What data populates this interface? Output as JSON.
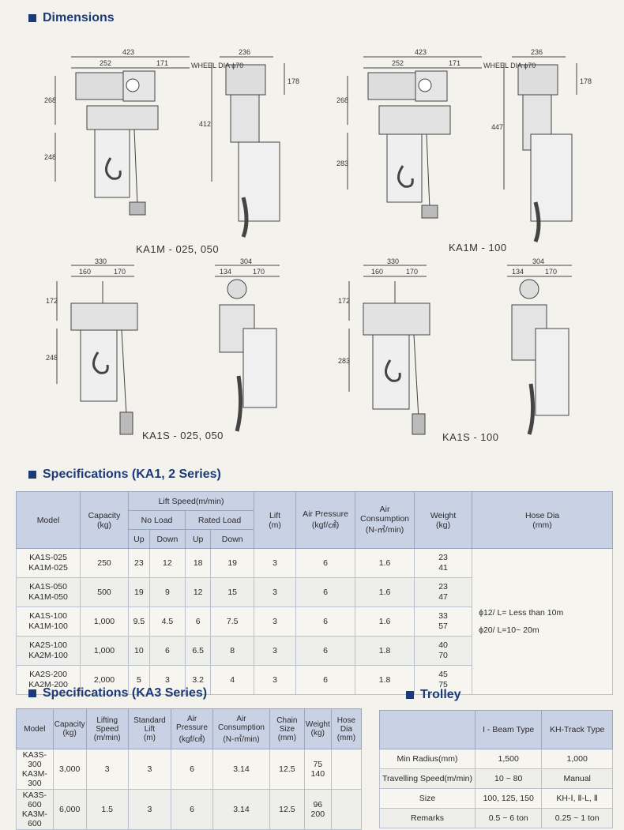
{
  "sections": {
    "dimensions": "Dimensions",
    "spec12": "Specifications (KA1, 2 Series)",
    "spec3": "Specifications (KA3 Series)",
    "trolley": "Trolley"
  },
  "drawings": {
    "ka1m_025_050": {
      "caption": "KA1M - 025, 050",
      "dims": [
        "423",
        "252",
        "171",
        "WHEEL DIA ϕ70",
        "268",
        "248",
        "236",
        "178",
        "412"
      ]
    },
    "ka1m_100": {
      "caption": "KA1M - 100",
      "dims": [
        "423",
        "252",
        "171",
        "WHEEL DIA ϕ70",
        "268",
        "283",
        "236",
        "178",
        "447"
      ]
    },
    "ka1s_025_050": {
      "caption": "KA1S - 025, 050",
      "dims": [
        "330",
        "160",
        "170",
        "172",
        "248",
        "304",
        "134",
        "170"
      ]
    },
    "ka1s_100": {
      "caption": "KA1S - 100",
      "dims": [
        "330",
        "160",
        "170",
        "172",
        "283",
        "304",
        "134",
        "170"
      ]
    }
  },
  "spec12": {
    "headers": {
      "model": "Model",
      "capacity": "Capacity",
      "capacity_unit": "(kg)",
      "lift_speed": "Lift Speed(m/min)",
      "no_load": "No Load",
      "rated_load": "Rated  Load",
      "up": "Up",
      "down": "Down",
      "lift": "Lift",
      "lift_unit": "(m)",
      "air_pressure": "Air Pressure",
      "air_pressure_unit": "(kgf/㎠)",
      "air_consumption": "Air Consumption",
      "air_consumption_unit": "(N-㎥/min)",
      "weight": "Weight",
      "weight_unit": "(kg)",
      "hose_dia": "Hose Dia",
      "hose_dia_unit": "(mm)"
    },
    "rows": [
      {
        "model_a": "KA1S-025",
        "model_b": "KA1M-025",
        "capacity": "250",
        "nl_up": "23",
        "nl_down": "12",
        "rl_up": "18",
        "rl_down": "19",
        "lift": "3",
        "pressure": "6",
        "consumption": "1.6",
        "weight_a": "23",
        "weight_b": "41"
      },
      {
        "model_a": "KA1S-050",
        "model_b": "KA1M-050",
        "capacity": "500",
        "nl_up": "19",
        "nl_down": "9",
        "rl_up": "12",
        "rl_down": "15",
        "lift": "3",
        "pressure": "6",
        "consumption": "1.6",
        "weight_a": "23",
        "weight_b": "47"
      },
      {
        "model_a": "KA1S-100",
        "model_b": "KA1M-100",
        "capacity": "1,000",
        "nl_up": "9.5",
        "nl_down": "4.5",
        "rl_up": "6",
        "rl_down": "7.5",
        "lift": "3",
        "pressure": "6",
        "consumption": "1.6",
        "weight_a": "33",
        "weight_b": "57"
      },
      {
        "model_a": "KA2S-100",
        "model_b": "KA2M-100",
        "capacity": "1,000",
        "nl_up": "10",
        "nl_down": "6",
        "rl_up": "6.5",
        "rl_down": "8",
        "lift": "3",
        "pressure": "6",
        "consumption": "1.8",
        "weight_a": "40",
        "weight_b": "70"
      },
      {
        "model_a": "KA2S-200",
        "model_b": "KA2M-200",
        "capacity": "2,000",
        "nl_up": "5",
        "nl_down": "3",
        "rl_up": "3.2",
        "rl_down": "4",
        "lift": "3",
        "pressure": "6",
        "consumption": "1.8",
        "weight_a": "45",
        "weight_b": "75"
      }
    ],
    "hose_note_1": "ϕ12/ L= Less than 10m",
    "hose_note_2": "ϕ20/ L=10~ 20m"
  },
  "spec3": {
    "headers": {
      "model": "Model",
      "capacity": "Capacity",
      "capacity_unit": "(kg)",
      "lifting_speed": "Lifting Speed",
      "lifting_speed_unit": "(m/min)",
      "standard_lift": "Standard Lift",
      "standard_lift_unit": "(m)",
      "air_pressure": "Air Pressure",
      "air_pressure_unit": "(kgf/㎠)",
      "air_consumption": "Air Consumption",
      "air_consumption_unit": "(N-㎥/min)",
      "chain_size": "Chain Size",
      "chain_size_unit": "(mm)",
      "weight": "Weight",
      "weight_unit": "(kg)",
      "hose_dia": "Hose Dia",
      "hose_dia_unit": "(mm)"
    },
    "rows": [
      {
        "model_a": "KA3S-300",
        "model_b": "KA3M-300",
        "capacity": "3,000",
        "speed": "3",
        "lift": "3",
        "pressure": "6",
        "consumption": "3.14",
        "chain": "12.5",
        "weight_a": "75",
        "weight_b": "140",
        "hose": ""
      },
      {
        "model_a": "KA3S-600",
        "model_b": "KA3M-600",
        "capacity": "6,000",
        "speed": "1.5",
        "lift": "3",
        "pressure": "6",
        "consumption": "3.14",
        "chain": "12.5",
        "weight_a": "96",
        "weight_b": "200",
        "hose": ""
      }
    ]
  },
  "trolley": {
    "headers": {
      "blank": "",
      "ibeam": "I - Beam Type",
      "kh": "KH-Track Type"
    },
    "rows": [
      {
        "label": "Min Radius(mm)",
        "ibeam": "1,500",
        "kh": "1,000"
      },
      {
        "label": "Travelling Speed(m/min)",
        "ibeam": "10 ~ 80",
        "kh": "Manual"
      },
      {
        "label": "Size",
        "ibeam": "100, 125, 150",
        "kh": "KH-Ⅰ, Ⅱ-L, Ⅱ"
      },
      {
        "label": "Remarks",
        "ibeam": "0.5 ~ 6 ton",
        "kh": "0.25 ~ 1 ton"
      }
    ]
  },
  "colors": {
    "accent": "#1b3a7a",
    "header_bg": "#c9d2e4",
    "page_bg": "#f4f2ec"
  }
}
